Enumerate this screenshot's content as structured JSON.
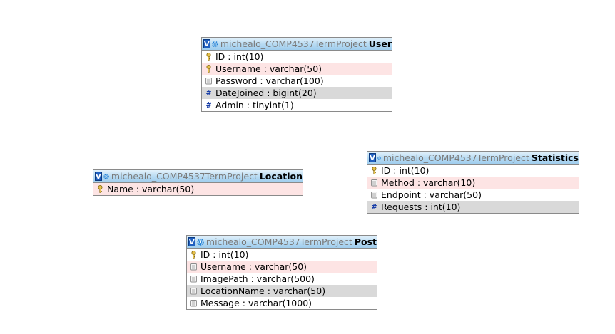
{
  "database": "michealo_COMP4537TermProject",
  "collapse_label": "V",
  "tables": [
    {
      "name": "User",
      "columns": [
        {
          "text": "ID : int(10)",
          "icon": "key-icon",
          "shade": "none"
        },
        {
          "text": "Username : varchar(50)",
          "icon": "key-icon",
          "shade": "pink"
        },
        {
          "text": "Password : varchar(100)",
          "icon": "text-column-icon",
          "shade": "none"
        },
        {
          "text": "DateJoined : bigint(20)",
          "icon": "numeric-column-icon",
          "shade": "grey"
        },
        {
          "text": "Admin : tinyint(1)",
          "icon": "numeric-column-icon",
          "shade": "none"
        }
      ]
    },
    {
      "name": "Location",
      "columns": [
        {
          "text": "Name : varchar(50)",
          "icon": "key-icon",
          "shade": "pink"
        }
      ]
    },
    {
      "name": "Statistics",
      "columns": [
        {
          "text": "ID : int(10)",
          "icon": "key-icon",
          "shade": "none"
        },
        {
          "text": "Method : varchar(10)",
          "icon": "text-column-icon",
          "shade": "pink"
        },
        {
          "text": "Endpoint : varchar(50)",
          "icon": "text-column-icon",
          "shade": "none"
        },
        {
          "text": "Requests : int(10)",
          "icon": "numeric-column-icon",
          "shade": "grey"
        }
      ]
    },
    {
      "name": "Post",
      "columns": [
        {
          "text": "ID : int(10)",
          "icon": "key-icon",
          "shade": "none"
        },
        {
          "text": "Username : varchar(50)",
          "icon": "text-column-icon",
          "shade": "pink"
        },
        {
          "text": "ImagePath : varchar(500)",
          "icon": "text-column-icon",
          "shade": "none"
        },
        {
          "text": "LocationName : varchar(50)",
          "icon": "text-column-icon",
          "shade": "grey"
        },
        {
          "text": "Message : varchar(1000)",
          "icon": "text-column-icon",
          "shade": "none"
        }
      ]
    }
  ]
}
